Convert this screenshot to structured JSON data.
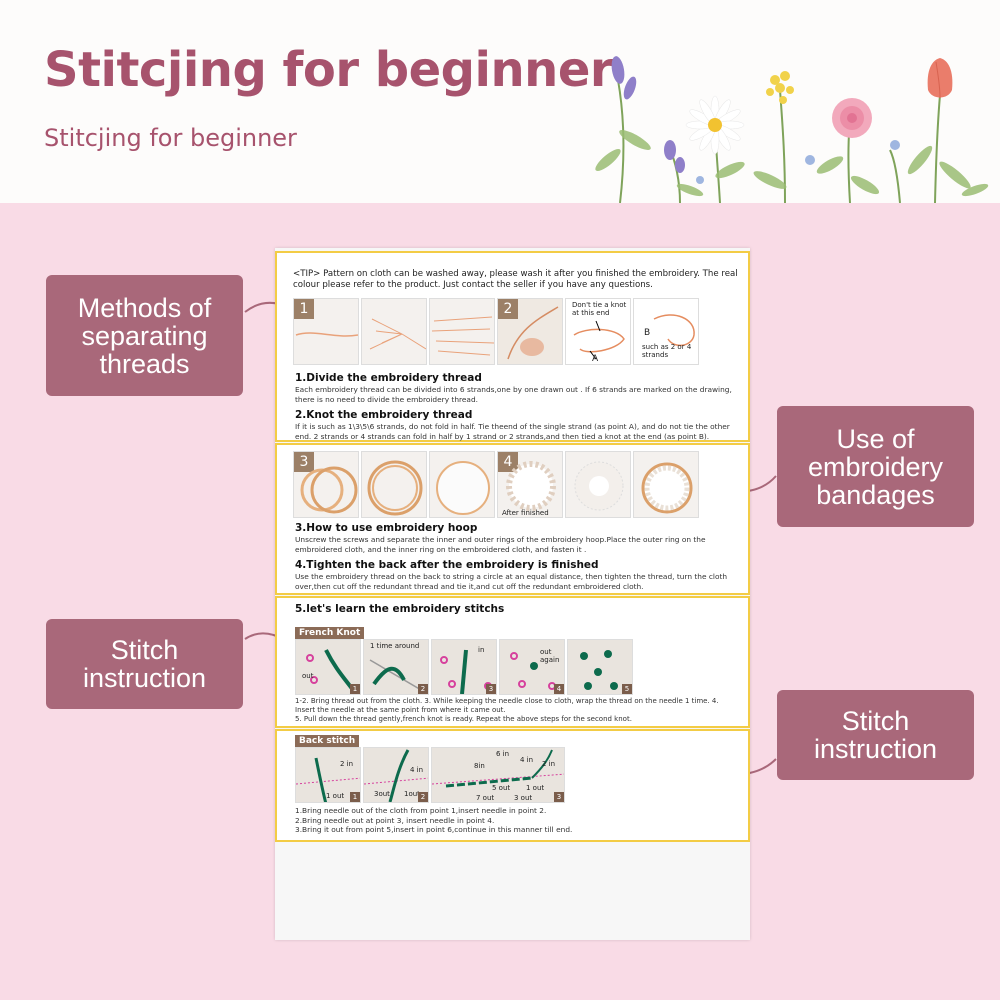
{
  "header": {
    "title": "Stitcjing for beginner",
    "subtitle": "Stitcjing for beginner"
  },
  "callouts": {
    "separating": [
      "Methods of",
      "separating",
      "threads"
    ],
    "bandages": [
      "Use of",
      "embroidery",
      "bandages"
    ],
    "stitch_left": [
      "Stitch",
      "instruction"
    ],
    "stitch_right": [
      "Stitch",
      "instruction"
    ]
  },
  "sheet": {
    "tip": "<TIP> Pattern on cloth can be washed away, please wash it after you finished the embroidery. The real colour please refer to the product. Just contact the seller if you have any questions.",
    "step1_title": "1.Divide the embroidery thread",
    "step1_body": "Each embroidery thread can be divided into 6 strands,one by one drawn out . If 6 strands are marked on the drawing, there is no need to divide the embroidery thread.",
    "step2_title": "2.Knot the embroidery thread",
    "step2_body": "If it is such as 1\\3\\5\\6 strands, do not fold in half. Tie theend of the single strand (as point A), and do not tie the other end.  2 strands or 4 strands can fold in half by 1 strand or 2 strands,and then tied a knot at the end (as point B).",
    "step3_title": "3.How to use embroidery hoop",
    "step3_body": "Unscrew the screws and separate the inner and outer rings of the embroidery hoop.Place the outer ring on the embroidered cloth, and the inner ring on the embroidered cloth, and fasten it .",
    "step4_title": "4.Tighten the back after the embroidery is finished",
    "step4_body": "Use the embroidery thread on the back to string a circle at an equal distance, then tighten the thread, turn the cloth over,then cut off the redundant thread and tie it,and cut off the redundant embroidered cloth.",
    "step5_title": "5.let's learn the embroidery stitchs",
    "french_knot_tag": "French Knot",
    "french_knot_body": "1-2. Bring thread out from the cloth.       3. While keeping the needle close to cloth, wrap the thread on the needle 1 time.       4. Insert the needle at the same point from where it came out.\n5. Pull down the thread gently,french knot is ready. Repeat the above steps for the second knot.",
    "back_stitch_tag": "Back stitch",
    "back_stitch_body": "1.Bring needle out of the cloth from point 1,insert needle in point 2.\n2.Bring needle out at point 3, insert needle in point 4.\n3.Bring it out from point 5,insert in point 6,continue in this manner till end.",
    "photo_labels": {
      "n1": "1",
      "n2": "2",
      "n3": "3",
      "n4": "4",
      "dont_tie": "Don't tie a knot at this end",
      "pointA": "A",
      "pointB": "B",
      "such_as": "such as 2 or 4 strands",
      "after_finished": "After  finished",
      "one_time_around": "1 time around",
      "in": "in",
      "out": "out",
      "out_again": "out again",
      "fk1": "1",
      "fk2": "2",
      "fk3": "3",
      "fk4": "4",
      "fk5": "5",
      "bs1": "1",
      "bs2": "2",
      "bs3": "3",
      "bs_2in": "2 in",
      "bs_1out": "1 out",
      "bs_4in": "4 in",
      "bs_3out": "3out",
      "bs_1out_b": "1out",
      "bs_6in": "6 in",
      "bs_8in": "8in",
      "bs_4in_c": "4 in",
      "bs_2in_c": "2 in",
      "bs_5out": "5 out",
      "bs_1out_c": "1 out",
      "bs_7out": "7 out",
      "bs_3out_c": "3 out"
    }
  },
  "colors": {
    "title": "#a7536d",
    "callout_bg": "#a9687a",
    "panel_bg": "#f9dbe6",
    "section_border": "#f3cc45"
  }
}
